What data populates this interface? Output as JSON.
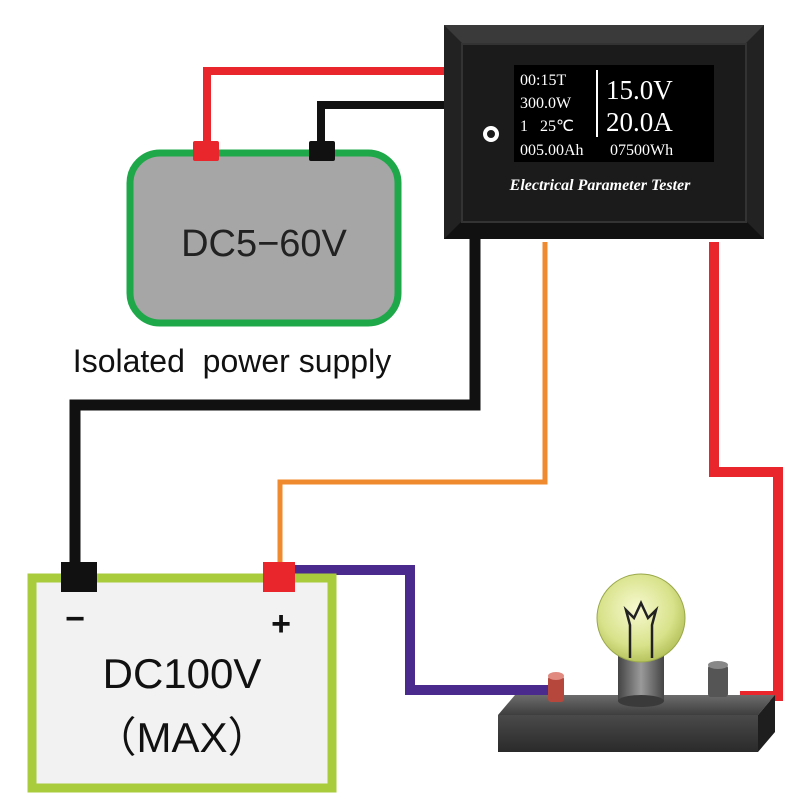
{
  "supply": {
    "label": "DC5−60V",
    "caption": "Isolated  power supply"
  },
  "meter": {
    "brand": "Electrical Parameter Tester",
    "readouts": {
      "time": "00:15T",
      "power": "300.0W",
      "temp": "1   25℃",
      "capacity": "005.00Ah",
      "voltage": "15.0V",
      "current": "20.0A",
      "energy": "07500Wh"
    }
  },
  "battery": {
    "label": "DC100V",
    "sublabel": "（MAX）",
    "minus": "−",
    "plus": "+"
  },
  "colors": {
    "wire_red": "#e8262b",
    "wire_black": "#111111",
    "wire_orange": "#f08a2e",
    "wire_purple": "#4a2a8c",
    "supply_fill": "#a6a6a6",
    "supply_border": "#1fa84a",
    "battery_fill": "#f2f2f2",
    "battery_border": "#a8cc3c",
    "meter_body": "#222222",
    "screen": "#000000"
  }
}
